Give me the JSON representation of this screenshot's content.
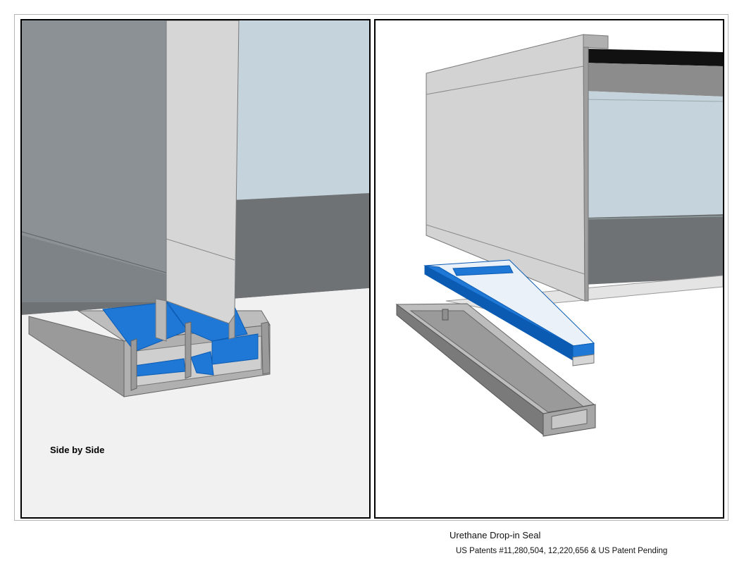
{
  "panels": {
    "left": {
      "label": "Side by Side"
    },
    "right": {
      "label": ""
    }
  },
  "caption": {
    "title": "Urethane Drop-in Seal",
    "patent": "US Patents #11,280,504, 12,220,656 & US Patent Pending"
  },
  "colors": {
    "seal_blue": "#1f78d6",
    "seal_blue_dark": "#0b5bb3",
    "door_light": "#d3d3d3",
    "door_dark": "#8c9196",
    "wall_light_blue": "#c4d3dc",
    "wall_dark": "#6e7275",
    "channel_grey": "#a6a6a6",
    "channel_dark": "#7a7a7a",
    "floor": "#ebebeb"
  }
}
